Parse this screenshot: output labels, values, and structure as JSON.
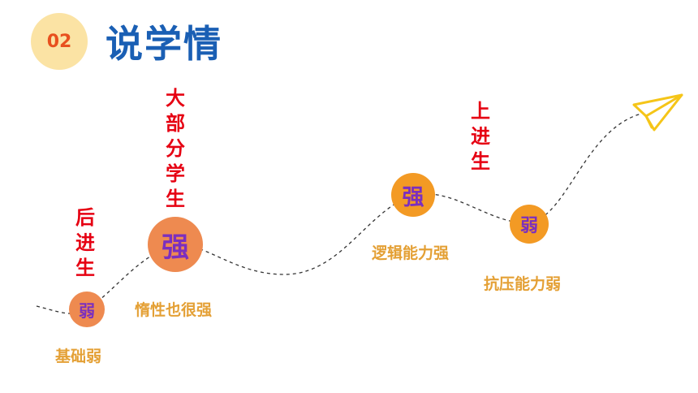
{
  "header": {
    "number": "02",
    "title": "说学情"
  },
  "nodes": [
    {
      "label": "弱",
      "caption": "基础弱",
      "vertical_label": "后进生"
    },
    {
      "label": "强",
      "caption": "惰性也很强",
      "vertical_label": "大部分学生"
    },
    {
      "label": "强",
      "caption": "逻辑能力强"
    },
    {
      "label": "弱",
      "caption": "抗压能力弱",
      "vertical_label": "上进生"
    }
  ],
  "colors": {
    "badge_bg": "#fbe3a4",
    "badge_text": "#e8501e",
    "title": "#1a5fb4",
    "node_coral": "#ee8a50",
    "node_orange": "#f39a24",
    "node_text": "#7b2fbf",
    "vertical_text": "#e60012",
    "caption": "#e4a035",
    "plane": "#f5c518"
  },
  "icons": {
    "end": "paper-plane-icon"
  }
}
